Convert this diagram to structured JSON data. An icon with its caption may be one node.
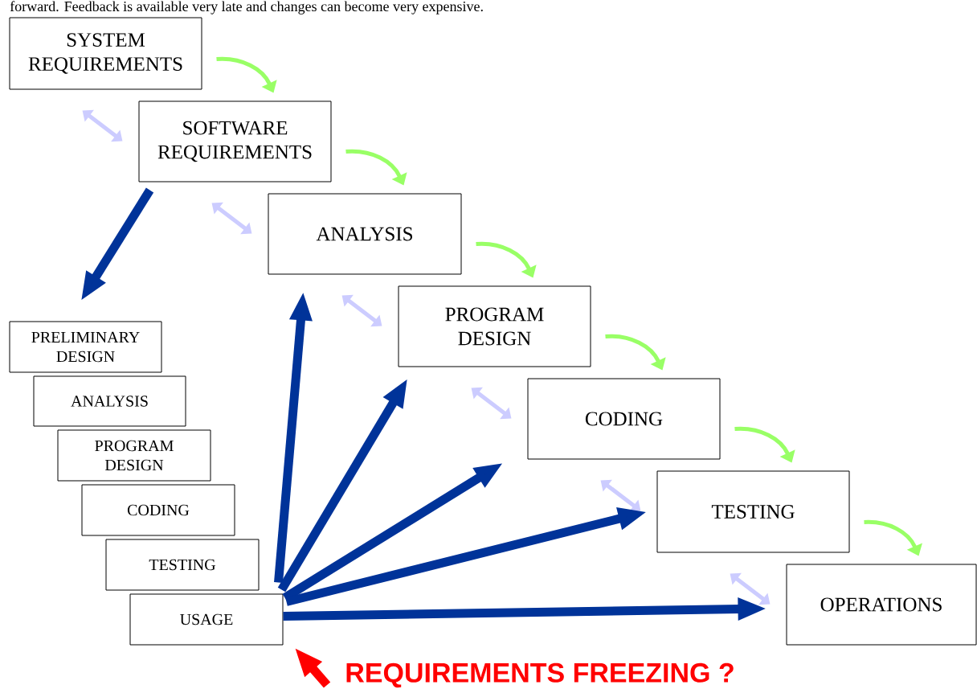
{
  "diagram": {
    "nodes": [
      {
        "text": [
          "SYSTEM REQUIREMENTS"
        ]
      },
      {
        "text": [
          "SOFTWARE REQUIREMENTS"
        ]
      },
      {
        "text": [
          "ANALYSIS"
        ]
      },
      {
        "text": [
          "PROGRAM DESIGN"
        ]
      },
      {
        "text": [
          "CODING"
        ]
      },
      {
        "text": [
          "TESTING"
        ]
      },
      {
        "text": [
          "OPERATIONS"
        ]
      },
      {
        "text": [
          "PRELIMINARY DESIGN"
        ]
      },
      {
        "text": [
          "ANALYSIS"
        ]
      },
      {
        "text": [
          "PROGRAM DESIGN"
        ]
      },
      {
        "text": [
          "CODING"
        ]
      },
      {
        "text": [
          "TESTING"
        ]
      },
      {
        "text": [
          "USAGE"
        ]
      },
      {
        "text": [
          "REQUIREMENTS FREEZING ?"
        ]
      }
    ],
    "edges": [
      {
        "from": 0,
        "to": 1,
        "arrow": "to",
        "color": "#99ff66"
      },
      {
        "from": 1,
        "to": 2,
        "arrow": "to",
        "color": "#99ff66"
      },
      {
        "from": 2,
        "to": 3,
        "arrow": "to",
        "color": "#99ff66"
      },
      {
        "from": 3,
        "to": 4,
        "arrow": "to",
        "color": "#99ff66"
      },
      {
        "from": 4,
        "to": 5,
        "arrow": "to",
        "color": "#99ff66"
      },
      {
        "from": 5,
        "to": 6,
        "arrow": "to",
        "color": "#99ff66"
      },
      {
        "from": 1,
        "to": 0,
        "arrow": "both",
        "color": "#ccccff"
      },
      {
        "from": 2,
        "to": 1,
        "arrow": "both",
        "color": "#ccccff"
      },
      {
        "from": 3,
        "to": 2,
        "arrow": "both",
        "color": "#ccccff"
      },
      {
        "from": 4,
        "to": 3,
        "arrow": "both",
        "color": "#ccccff"
      },
      {
        "from": 5,
        "to": 4,
        "arrow": "both",
        "color": "#ccccff"
      },
      {
        "from": 6,
        "to": 5,
        "arrow": "both",
        "color": "#ccccff"
      },
      {
        "from": 1,
        "to": 7,
        "arrow": "to",
        "style": "thick",
        "color": "#003399"
      },
      {
        "from": 12,
        "to": 2,
        "arrow": "to",
        "style": "thick",
        "color": "#003399"
      },
      {
        "from": 12,
        "to": 3,
        "arrow": "to",
        "style": "thick",
        "color": "#003399"
      },
      {
        "from": 12,
        "to": 4,
        "arrow": "to",
        "style": "thick",
        "color": "#003399"
      },
      {
        "from": 12,
        "to": 5,
        "arrow": "to",
        "style": "thick",
        "color": "#003399"
      },
      {
        "from": 12,
        "to": 6,
        "arrow": "to",
        "style": "thick",
        "color": "#003399"
      },
      {
        "from": 13,
        "to": 12,
        "arrow": "to",
        "style": "thick",
        "color": "#ff0000"
      }
    ],
    "labels": [
      "forward. Feedback is available very late and changes can become very expensive."
    ]
  }
}
